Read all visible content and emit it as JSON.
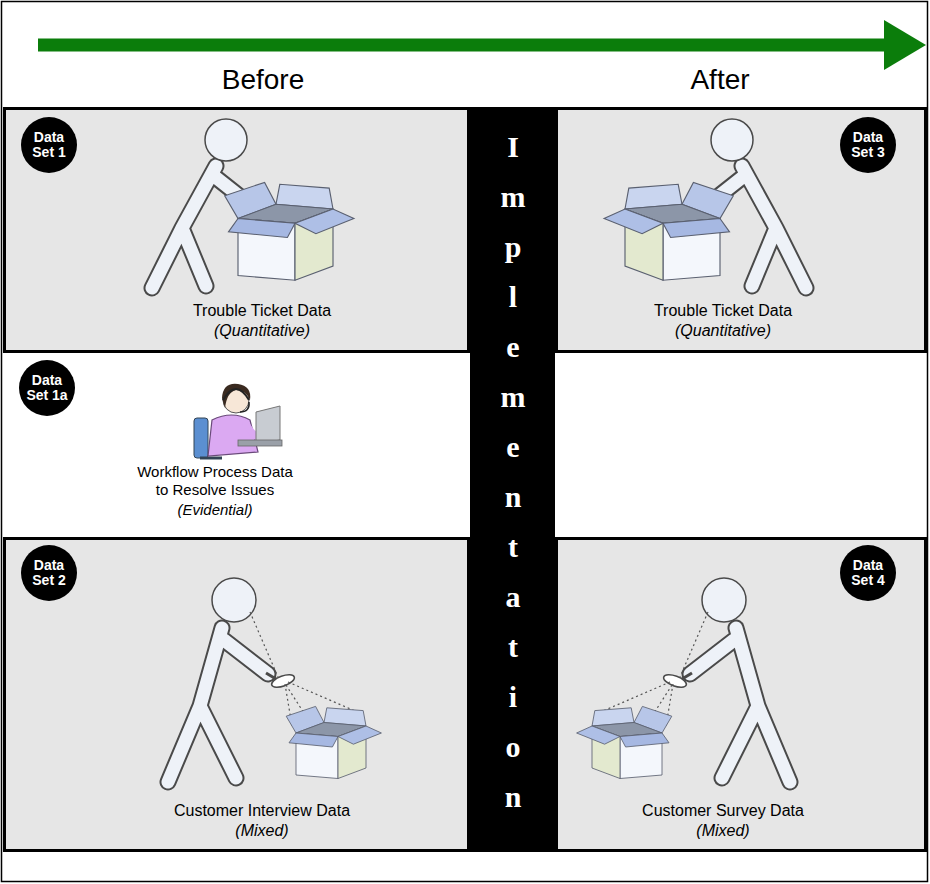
{
  "diagram": {
    "nodes": [
      {
        "text": [
          "Trouble Ticket Data",
          "(Quantitative)"
        ]
      },
      {
        "text": [
          "Data Set 1"
        ],
        "in": 0
      },
      {
        "text": [
          "Implementation"
        ]
      },
      {
        "text": [
          "Trouble Ticket Data",
          "(Quantitative)"
        ]
      },
      {
        "text": [
          "Data Set 3"
        ],
        "in": 3
      },
      {
        "text": [
          "Data Set 1a"
        ]
      },
      {
        "text": [
          "Customer Interview Data",
          "(Mixed)"
        ]
      },
      {
        "text": [
          "Data Set 2"
        ],
        "in": 6
      },
      {
        "text": [
          "Customer Survey Data",
          "(Mixed)"
        ]
      },
      {
        "text": [
          "Data Set 4"
        ],
        "in": 8
      }
    ],
    "labels": [
      "Before",
      "After",
      "Workflow Process Data to Resolve Issues",
      "(Evidential)"
    ]
  }
}
